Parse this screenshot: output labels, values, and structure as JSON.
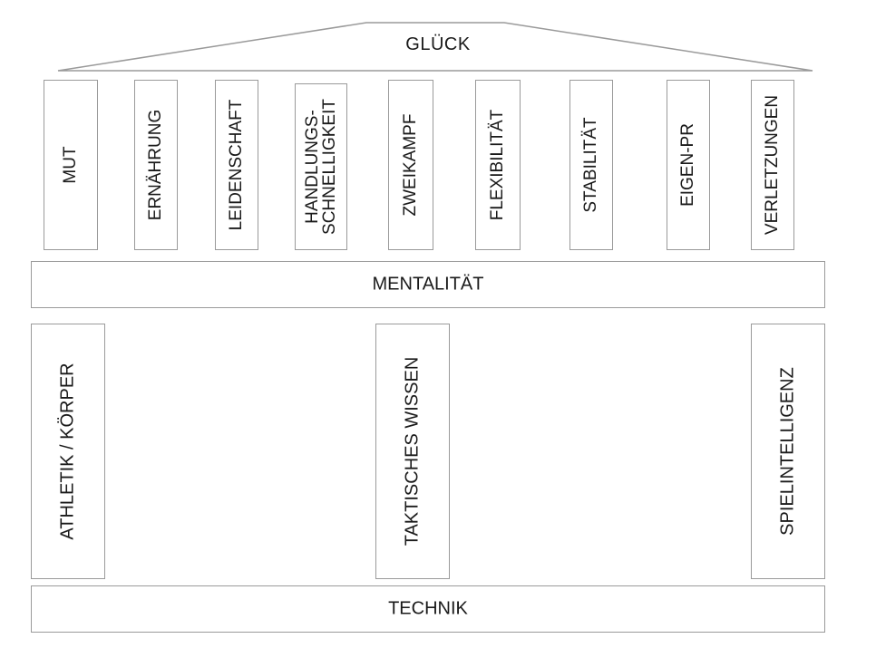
{
  "roof": {
    "label": "GLÜCK"
  },
  "upper_pillars": [
    {
      "label": "MUT"
    },
    {
      "label": "ERNÄHRUNG"
    },
    {
      "label": "LEIDENSCHAFT"
    },
    {
      "label_line1": "HANDLUNGS-",
      "label_line2": "SCHNELLIGKEIT"
    },
    {
      "label": "ZWEIKAMPF"
    },
    {
      "label": "FLEXIBILITÄT"
    },
    {
      "label": "STABILITÄT"
    },
    {
      "label": "EIGEN-PR"
    },
    {
      "label": "VERLETZUNGEN"
    }
  ],
  "mentality_beam": {
    "label": "MENTALITÄT"
  },
  "lower_pillars": [
    {
      "label": "ATHLETIK / KÖRPER"
    },
    {
      "label": "TAKTISCHES WISSEN"
    },
    {
      "label": "SPIELINTELLIGENZ"
    }
  ],
  "foundation": {
    "label": "TECHNIK"
  },
  "colors": {
    "border": "#9a9a9a",
    "text": "#1a1a1a",
    "background": "#ffffff"
  }
}
